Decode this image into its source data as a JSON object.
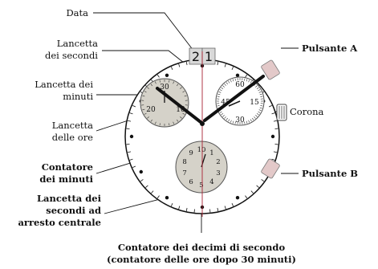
{
  "labels": {
    "data": "Data",
    "lancetta_secondi_1": "Lancetta",
    "lancetta_secondi_2": "dei secondi",
    "lancetta_minuti_1": "Lancetta dei",
    "lancetta_minuti_2": "minuti",
    "lancetta_ore_1": "Lancetta",
    "lancetta_ore_2": "delle ore",
    "contatore_minuti_1": "Contatore",
    "contatore_minuti_2": "dei minuti",
    "arresto_1": "Lancetta dei",
    "arresto_2": "secondi ad",
    "arresto_3": "arresto centrale",
    "pulsante_a": "Pulsante A",
    "corona": "Corona",
    "pulsante_b": "Pulsante B",
    "bottom_1": "Contatore dei decimi di secondo",
    "bottom_2": "(contatore delle ore dopo 30 minuti)"
  },
  "date_digits": [
    "2",
    "1"
  ],
  "subdial_right_numbers": [
    "60",
    "15",
    "30",
    "45"
  ],
  "subdial_left_numbers": [
    "30",
    "10",
    "20"
  ],
  "subdial_bottom_numbers": [
    "10",
    "1",
    "2",
    "3",
    "4",
    "5",
    "6",
    "7",
    "8",
    "9"
  ]
}
